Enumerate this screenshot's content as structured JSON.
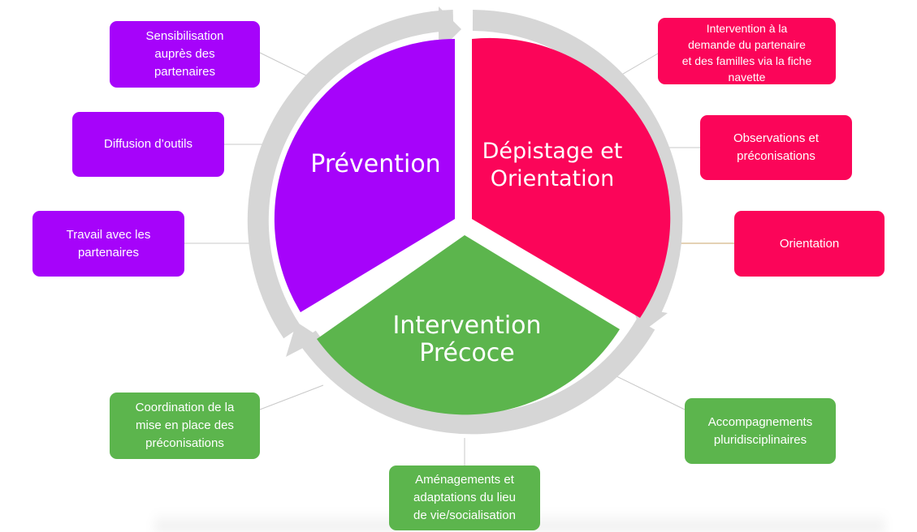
{
  "colors": {
    "prevention": "#a603fa",
    "depistage": "#fb0559",
    "intervention": "#5cb54d",
    "arrow": "#d6d6d6",
    "connector": "#c8c8c8",
    "connector_accent": "#c9a46a"
  },
  "segments": {
    "prevention": "Prévention",
    "depistage": "Dépistage et\nOrientation",
    "intervention": "Intervention\nPrécoce"
  },
  "boxes": {
    "sensibilisation": "Sensibilisation\nauprès des\npartenaires",
    "diffusion": "Diffusion d’outils",
    "travail": "Travail avec les\npartenaires",
    "intervention_demande": "Intervention à la\ndemande du partenaire\net des familles via la fiche\nnavette",
    "observations": "Observations et\npréconisations",
    "orientation": "Orientation",
    "coordination": "Coordination de la\nmise en place des\npréconisations",
    "amenagements": "Aménagements et\nadaptations du lieu\nde vie/socialisation",
    "accompagnements": "Accompagnements\npluridisciplinaires"
  }
}
